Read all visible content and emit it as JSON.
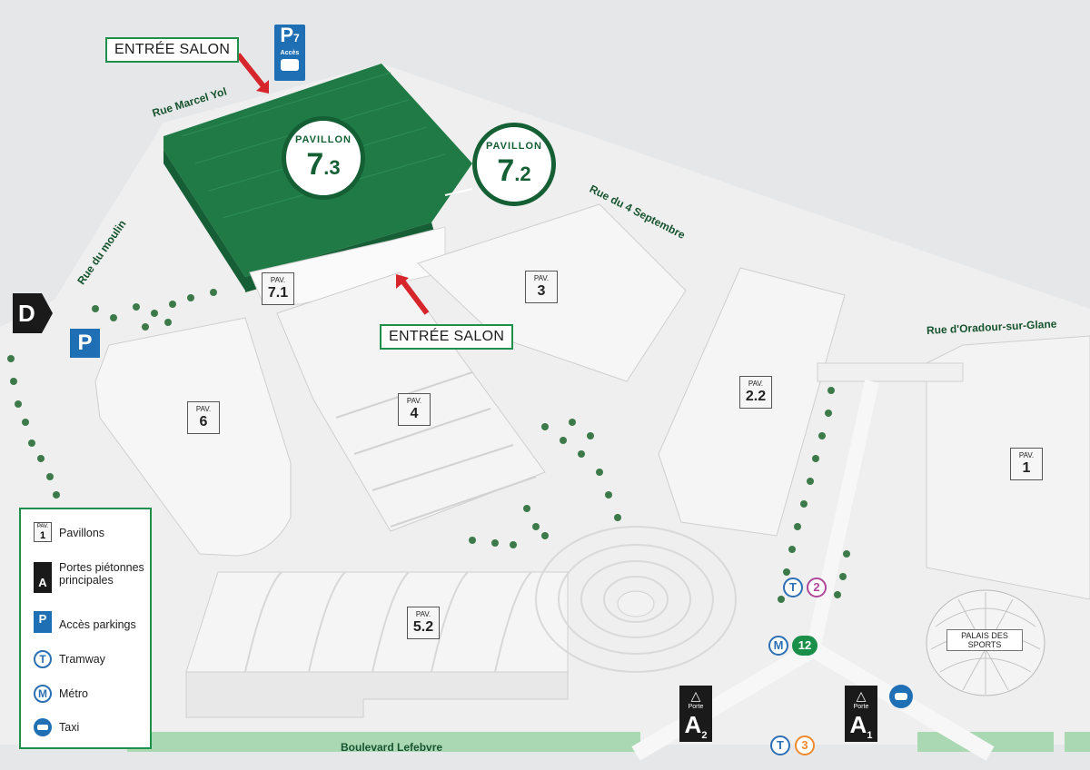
{
  "map": {
    "entrances": [
      "ENTRÉE SALON",
      "ENTRÉE SALON"
    ],
    "featured_pavilions": [
      {
        "word": "PAVILLON",
        "major": "7",
        "minor": ".3"
      },
      {
        "word": "PAVILLON",
        "major": "7",
        "minor": ".2"
      }
    ],
    "pavilions": [
      {
        "prefix": "PAV.",
        "number": "7.1"
      },
      {
        "prefix": "PAV.",
        "number": "3"
      },
      {
        "prefix": "PAV.",
        "number": "6"
      },
      {
        "prefix": "PAV.",
        "number": "4"
      },
      {
        "prefix": "PAV.",
        "number": "2.2"
      },
      {
        "prefix": "PAV.",
        "number": "1"
      },
      {
        "prefix": "PAV.",
        "number": "5.2"
      }
    ],
    "streets": [
      "Rue Marcel Yol",
      "Rue du 4 Septembre",
      "Rue du moulin",
      "Rue d'Oradour-sur-Glane",
      "Boulevard Lefebvre"
    ],
    "parking_p7": {
      "letter": "P",
      "number": "7",
      "caption": "Accès"
    },
    "parking_small": {
      "letter": "P"
    },
    "d_sign": "D",
    "doors": [
      {
        "word": "Porte",
        "letter": "A",
        "index": "2"
      },
      {
        "word": "Porte",
        "letter": "A",
        "index": "1"
      }
    ],
    "transit": {
      "tram2": {
        "mode": "T",
        "line": "2"
      },
      "metro12": {
        "mode": "M",
        "line": "12"
      },
      "tram3": {
        "mode": "T",
        "line": "3"
      }
    },
    "palais": "PALAIS DES SPORTS"
  },
  "legend": {
    "items": [
      {
        "icon": "pavilion-sign-icon",
        "icon_prefix": "PAV.",
        "icon_num": "1",
        "label": "Pavillons"
      },
      {
        "icon": "pedestrian-door-icon",
        "icon_letter": "A",
        "label": "Portes piétonnes principales"
      },
      {
        "icon": "parking-icon",
        "icon_letter": "P",
        "label": "Accès parkings"
      },
      {
        "icon": "tram-icon",
        "icon_letter": "T",
        "label": "Tramway"
      },
      {
        "icon": "metro-icon",
        "icon_letter": "M",
        "label": "Métro"
      },
      {
        "icon": "taxi-icon",
        "label": "Taxi"
      }
    ]
  },
  "colors": {
    "highlight_green": "#1a7a45",
    "dark_green": "#155f35",
    "legend_border": "#1f8f4c",
    "parking_blue": "#1f6fb5",
    "tram_line2": "#b0479a",
    "metro_line12": "#1a8f4a",
    "tram_line3": "#ef8a2c",
    "tram_blue": "#2c6fb3",
    "arrow_red": "#d7262b"
  }
}
